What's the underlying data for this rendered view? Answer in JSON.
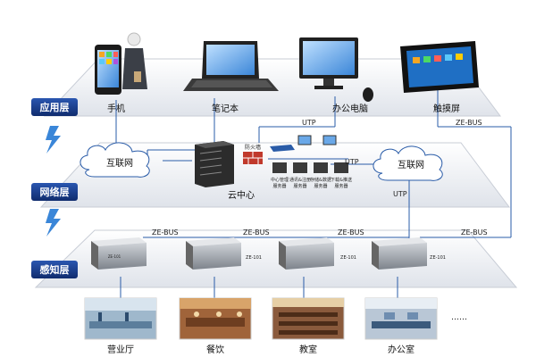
{
  "layers": {
    "application": "应用层",
    "network": "网络层",
    "perception": "感知层"
  },
  "app_devices": {
    "phone": "手机",
    "laptop": "笔记本",
    "desktop": "办公电脑",
    "tablet": "触摸屏"
  },
  "network": {
    "internet_left": "互联网",
    "internet_right": "互联网",
    "cloud_center": "云中心",
    "firewall": "防火墙",
    "servers": [
      [
        "中心管理",
        "服务器"
      ],
      [
        "通讯&注册",
        "服务器"
      ],
      [
        "存储&数据",
        "服务器"
      ],
      [
        "下载&推送",
        "服务器"
      ]
    ]
  },
  "links": {
    "udp_top": "UTP",
    "udp_mid": "UTP",
    "udp_right": "UTP",
    "zebus_top": "ZE-BUS",
    "zebus_bottom_left": "ZE-BUS",
    "zebus_bottom_mid": "ZE-BUS",
    "zebus_bottom_mid2": "ZE-BUS",
    "zebus_bottom_right": "ZE-BUS"
  },
  "modules": {
    "m1": "ZE-101",
    "m2": "ZE-101",
    "m3": "ZE-101",
    "m4": "ZE-101"
  },
  "venues": {
    "hall": "营业厅",
    "dining": "餐饮",
    "classroom": "教室",
    "office": "办公室",
    "more": "……"
  },
  "colors": {
    "layer_tag": "#163b8c",
    "link_line": "#2a5ca8",
    "lightning": "#3a86d8",
    "firewall": "#c0392b"
  }
}
